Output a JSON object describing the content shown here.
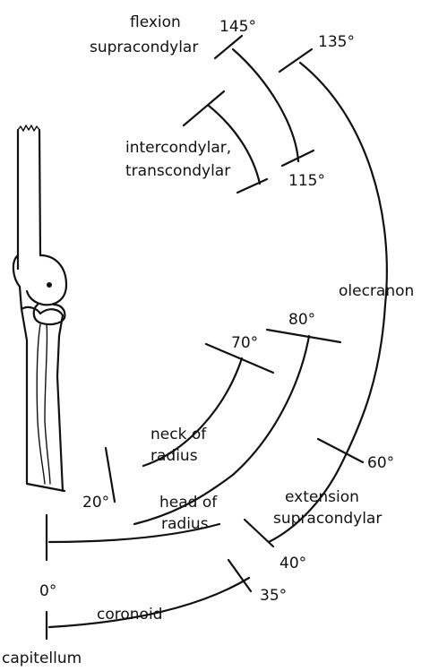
{
  "diagram": {
    "labels": {
      "flexion": "flexion",
      "supracondylar_flex": "supracondylar",
      "deg145": "145°",
      "deg135": "135°",
      "intercondylar": "intercondylar,",
      "transcondylar": "transcondylar",
      "deg115": "115°",
      "olecranon": "olecranon",
      "deg80": "80°",
      "deg70": "70°",
      "neck": "neck of",
      "radius_neck": "radius",
      "deg60": "60°",
      "deg20": "20°",
      "head": "head of",
      "radius_head": "radius",
      "extension": "extension",
      "supracondylar_ext": "supracondylar",
      "deg40": "40°",
      "deg0": "0°",
      "deg35": "35°",
      "coronoid": "coronoid",
      "capitellum": "capitellum"
    }
  }
}
